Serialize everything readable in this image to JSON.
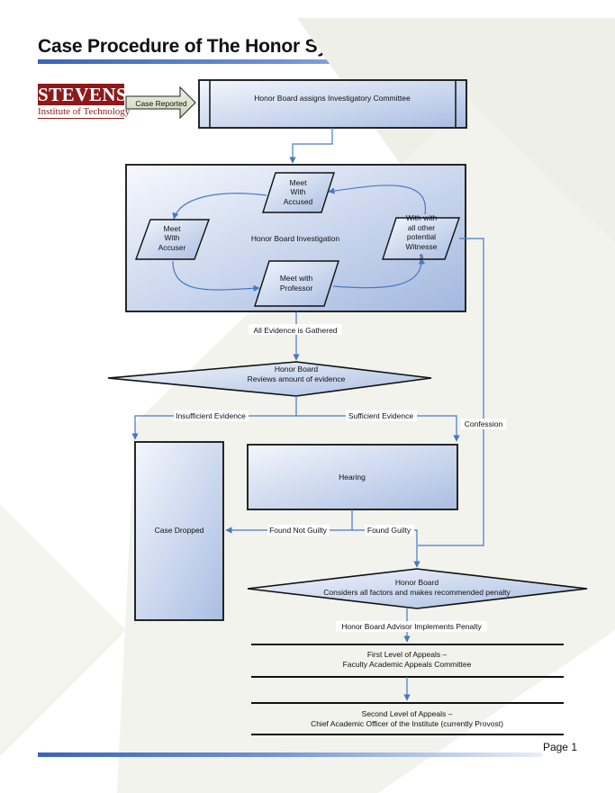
{
  "title": "Case Procedure of The Honor System of Stevens Institute",
  "logo": {
    "name": "STEVENS",
    "subtitle": "Institute of Technology"
  },
  "page_number": "Page 1",
  "nodes": {
    "case_reported": "Case Reported",
    "assign_committee": "Honor Board assigns Investigatory Committee",
    "investigation": "Honor Board Investigation",
    "meet_accused": [
      "Meet",
      "With",
      "Accused"
    ],
    "meet_accuser": [
      "Meet",
      "With",
      "Accuser"
    ],
    "meet_witnesses": [
      "With with",
      "all other",
      "potential",
      "Witnesse",
      "s"
    ],
    "meet_professor": [
      "Meet with",
      "Professor"
    ],
    "review": [
      "Honor Board",
      "Reviews amount of evidence"
    ],
    "hearing": "Hearing",
    "case_dropped": "Case Dropped",
    "penalty": [
      "Honor Board",
      "Considers all factors and makes recommended penalty"
    ],
    "appeal_1": [
      "First Level of Appeals –",
      "Faculty Academic Appeals Committee"
    ],
    "appeal_2": [
      "Second Level of Appeals –",
      "Chief Academic Officer of the Institute (currently Provost)"
    ]
  },
  "edges": {
    "all_evidence": "All Evidence is Gathered",
    "insufficient": "Insufficient Evidence",
    "sufficient": "Sufficient Evidence",
    "confession": "Confession",
    "not_guilty": "Found Not Guilty",
    "guilty": "Found Guilty",
    "advisor": "Honor Board Advisor Implements Penalty"
  }
}
